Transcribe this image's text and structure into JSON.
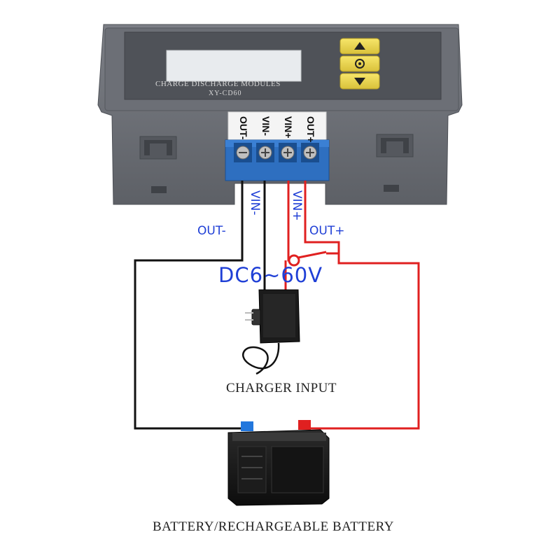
{
  "module": {
    "panel_text": "CHARGE DISCHARGE MODULES",
    "model_text": "XY-CD60",
    "buttons": [
      "up-arrow-icon",
      "settings-gear-icon",
      "down-arrow-icon"
    ],
    "button_color": "#f2dc4a",
    "terminals": [
      "OUT-",
      "VIN-",
      "VIN+",
      "OUT+"
    ],
    "terminal_block_color": "#2e6fc0"
  },
  "wires": {
    "labels": {
      "out_minus": "OUT-",
      "vin_minus": "VIN-",
      "vin_plus": "VIN+",
      "out_plus": "OUT+"
    },
    "positive_color": "#e02020",
    "negative_color": "#111111",
    "label_color": "#1f3fd6"
  },
  "charger": {
    "voltage": "DC6~60V",
    "caption": "CHARGER INPUT"
  },
  "battery": {
    "caption": "BATTERY/RECHARGEABLE BATTERY",
    "positive_terminal_color": "#e02020",
    "negative_terminal_color": "#2277dd"
  }
}
